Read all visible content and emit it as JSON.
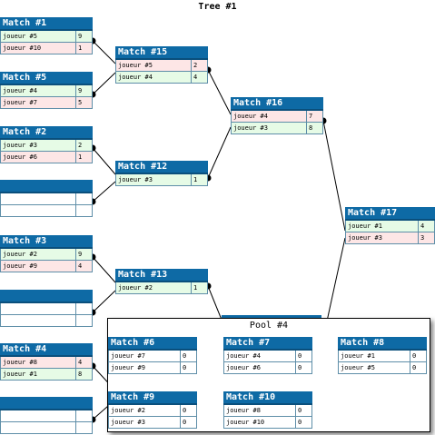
{
  "tree_title": "Tree #1",
  "tree": {
    "match1": {
      "title": "Match #1",
      "p1": "joueur #5",
      "s1": "9",
      "p2": "joueur #10",
      "s2": "1"
    },
    "match5": {
      "title": "Match #5",
      "p1": "joueur #4",
      "s1": "9",
      "p2": "joueur #7",
      "s2": "5"
    },
    "match2": {
      "title": "Match #2",
      "p1": "joueur #3",
      "s1": "2",
      "p2": "joueur #6",
      "s2": "1"
    },
    "match3": {
      "title": "Match #3",
      "p1": "joueur #2",
      "s1": "9",
      "p2": "joueur #9",
      "s2": "4"
    },
    "match4": {
      "title": "Match #4",
      "p1": "joueur #8",
      "s1": "4",
      "p2": "joueur #1",
      "s2": "8"
    },
    "match15": {
      "title": "Match #15",
      "p1": "joueur #5",
      "s1": "2",
      "p2": "joueur #4",
      "s2": "4"
    },
    "match12": {
      "title": "Match #12",
      "p1": "joueur #3",
      "s1": "1"
    },
    "match13": {
      "title": "Match #13",
      "p1": "joueur #2",
      "s1": "1"
    },
    "match16": {
      "title": "Match #16",
      "p1": "joueur #4",
      "s1": "7",
      "p2": "joueur #3",
      "s2": "8"
    },
    "match17": {
      "title": "Match #17",
      "p1": "joueur #1",
      "s1": "4",
      "p2": "joueur #3",
      "s2": "3"
    }
  },
  "pool": {
    "title": "Pool #4",
    "match6": {
      "title": "Match #6",
      "p1": "joueur #7",
      "s1": "0",
      "p2": "joueur #9",
      "s2": "0"
    },
    "match7": {
      "title": "Match #7",
      "p1": "joueur #4",
      "s1": "0",
      "p2": "joueur #6",
      "s2": "0"
    },
    "match8": {
      "title": "Match #8",
      "p1": "joueur #1",
      "s1": "0",
      "p2": "joueur #5",
      "s2": "0"
    },
    "match9": {
      "title": "Match #9",
      "p1": "joueur #2",
      "s1": "0",
      "p2": "joueur #3",
      "s2": "0"
    },
    "match10": {
      "title": "Match #10",
      "p1": "joueur #8",
      "s1": "0",
      "p2": "joueur #10",
      "s2": "0"
    }
  },
  "colors": {
    "header": "#0e6aa5",
    "win": "#e6fbe6",
    "lose": "#fde6e6",
    "border": "#5e8ea8"
  }
}
